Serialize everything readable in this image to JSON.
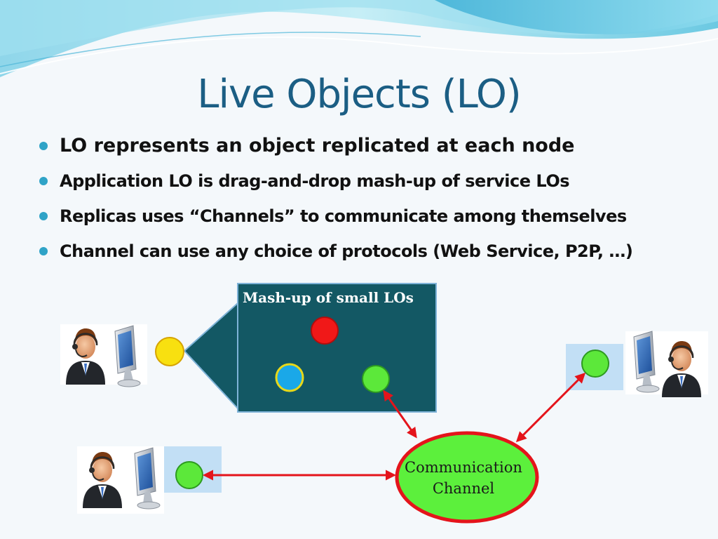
{
  "slide": {
    "title": "Live Objects (LO)",
    "bullets": [
      "LO represents an object replicated at each node",
      "Application LO is drag-and-drop mash-up of service LOs",
      "Replicas uses “Channels” to communicate among themselves",
      "Channel can use any choice of protocols (Web Service, P2P, …)"
    ]
  },
  "diagram": {
    "mashup_label": "Mash-up of small LOs",
    "channel_label_line1": "Communication",
    "channel_label_line2": "Channel",
    "colors": {
      "mashup_box": "#135864",
      "channel_fill": "#5cf03c",
      "channel_stroke": "#e4141b",
      "arrow": "#e4141b",
      "red_lo": "#f01818",
      "blue_lo": "#1aa8e8",
      "green_lo": "#5ce83a",
      "yellow_lo": "#f8e010",
      "replica_box": "#c2dff5",
      "title": "#1b5e84",
      "bullet": "#2fa3c7"
    },
    "icons": [
      "user-headset-icon",
      "computer-monitor-icon"
    ]
  }
}
